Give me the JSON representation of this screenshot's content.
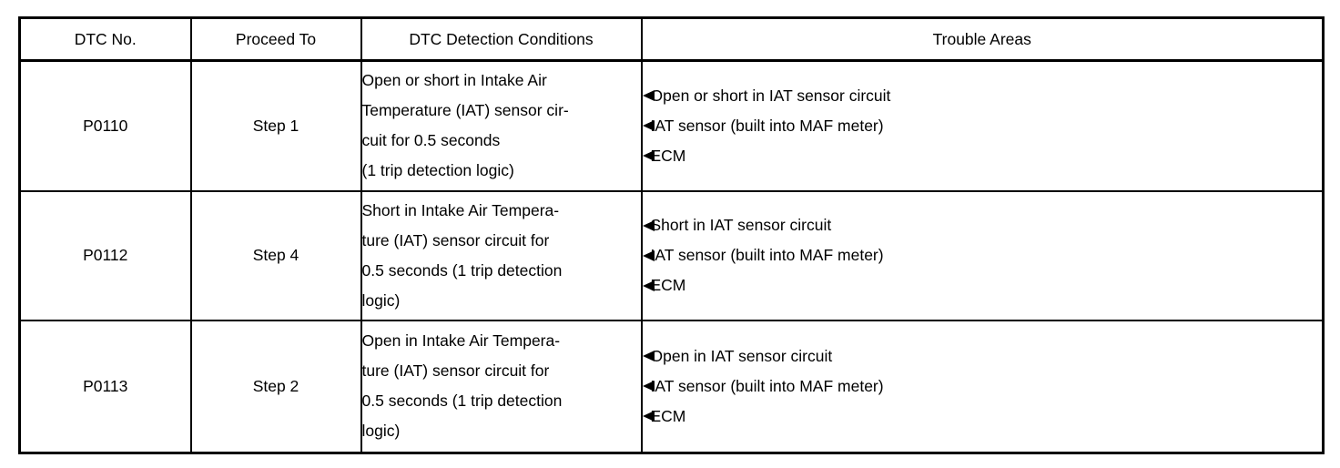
{
  "colors": {
    "border": "#000000",
    "text": "#000000",
    "background": "#ffffff"
  },
  "icons": {
    "bullet": "left-triangle"
  },
  "table": {
    "headers": [
      "DTC No.",
      "Proceed To",
      "DTC Detection Conditions",
      "Trouble Areas"
    ],
    "rows": [
      {
        "dtc_no": "P0110",
        "proceed_to": "Step 1",
        "detection_conditions": "Open or short in Intake Air\nTemperature (IAT) sensor cir-\ncuit for 0.5 seconds\n(1 trip detection logic)",
        "trouble_areas": [
          "Open or short in IAT sensor circuit",
          "IAT sensor (built into MAF meter)",
          "ECM"
        ]
      },
      {
        "dtc_no": "P0112",
        "proceed_to": "Step 4",
        "detection_conditions": "Short in Intake Air Tempera-\nture (IAT) sensor circuit for\n0.5 seconds (1 trip detection\nlogic)",
        "trouble_areas": [
          "Short in IAT sensor circuit",
          "IAT sensor (built into MAF meter)",
          "ECM"
        ]
      },
      {
        "dtc_no": "P0113",
        "proceed_to": "Step 2",
        "detection_conditions": "Open in Intake Air Tempera-\nture (IAT) sensor circuit for\n0.5 seconds (1 trip detection\nlogic)",
        "trouble_areas": [
          "Open in IAT sensor circuit",
          "IAT sensor (built into MAF meter)",
          "ECM"
        ]
      }
    ]
  }
}
